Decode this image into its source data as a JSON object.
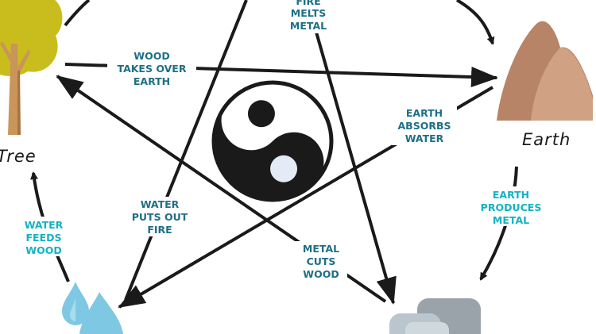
{
  "elements": {
    "tree": "Tree",
    "earth": "Earth"
  },
  "relations": {
    "fire_melts_metal": [
      "FIRE",
      "MELTS",
      "METAL"
    ],
    "wood_takes_over_earth": [
      "WOOD",
      "TAKES OVER",
      "EARTH"
    ],
    "earth_absorbs_water": [
      "EARTH",
      "ABSORBS",
      "WATER"
    ],
    "water_puts_out_fire": [
      "WATER",
      "PUTS OUT",
      "FIRE"
    ],
    "metal_cuts_wood": [
      "METAL",
      "CUTS",
      "WOOD"
    ],
    "water_feeds_wood": [
      "WATER",
      "FEEDS",
      "WOOD"
    ],
    "earth_produces_metal": [
      "EARTH",
      "PRODUCES",
      "METAL"
    ]
  },
  "colors": {
    "control_label": "#1e6f86",
    "generate_label": "#12b3c2",
    "arrow": "#1a1a1a",
    "tree_foliage": "#c9bd1d",
    "tree_trunk": "#c9955a",
    "mountain": "#b78467",
    "water_drop": "#7ec8e3",
    "metal_rock": "#a9b3b9"
  }
}
